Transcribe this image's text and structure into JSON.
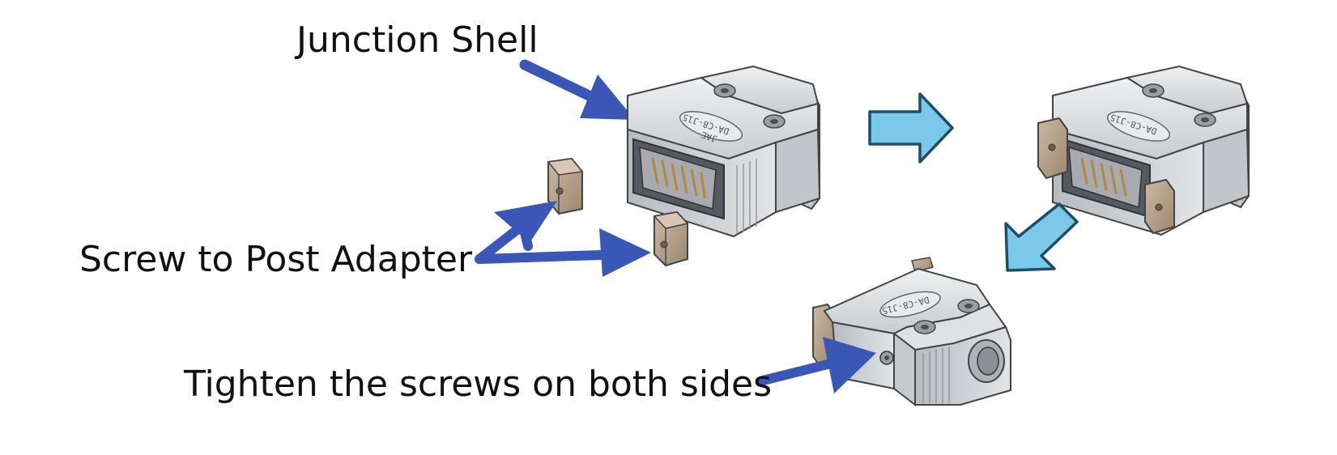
{
  "labels": {
    "junction_shell": "Junction Shell",
    "screw_to_post_adapter": "Screw to Post Adapter",
    "tighten_screws": "Tighten the screws on both sides"
  },
  "engravings": {
    "shell_top": "JAE",
    "shell_part_no": "DA-C8-J15",
    "assembled_part_no": "DA-C8-J15",
    "final_part_no": "DA-C8-J15"
  },
  "colors": {
    "callout_arrow": "#3a57b8",
    "step_arrow_fill": "#7cc8ea",
    "step_arrow_stroke": "#1e4d66",
    "shell_metal": "#d5d7da",
    "adapter_tan": "#b8a38c",
    "pin_gold": "#b8863a",
    "text": "#111111"
  },
  "icons": [
    "junction-shell-icon",
    "adapter-block-icon",
    "step-arrow-right-icon",
    "step-arrow-down-left-icon",
    "callout-arrow-icon"
  ]
}
